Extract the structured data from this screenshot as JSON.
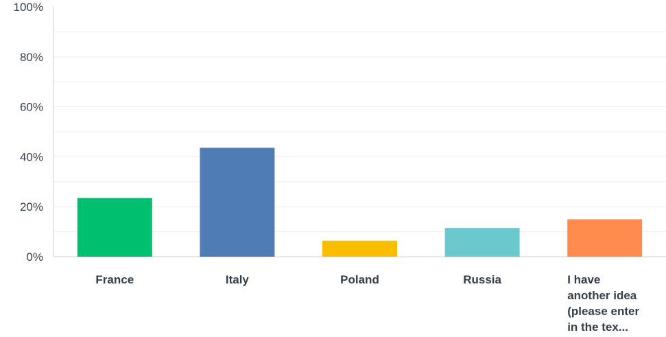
{
  "chart_data": {
    "type": "bar",
    "categories": [
      "France",
      "Italy",
      "Poland",
      "Russia",
      "I have another idea (please enter in the tex..."
    ],
    "category_lines": [
      [
        "France"
      ],
      [
        "Italy"
      ],
      [
        "Poland"
      ],
      [
        "Russia"
      ],
      [
        "I have",
        "another idea",
        "(please enter",
        "in the tex..."
      ]
    ],
    "values": [
      23.5,
      43.6,
      6.4,
      11.5,
      15.0
    ],
    "colors": [
      "#00bf6f",
      "#507cb6",
      "#f9be00",
      "#6bc8cd",
      "#ff8b4f"
    ],
    "y_ticks": [
      "0%",
      "20%",
      "40%",
      "60%",
      "80%",
      "100%"
    ],
    "y_tick_values": [
      0,
      20,
      40,
      60,
      80,
      100
    ],
    "ylim": [
      0,
      100
    ],
    "grid": true,
    "gridline_color": "#ededed",
    "axis_color": "#d0d2d3",
    "text_color": "#333e48"
  }
}
